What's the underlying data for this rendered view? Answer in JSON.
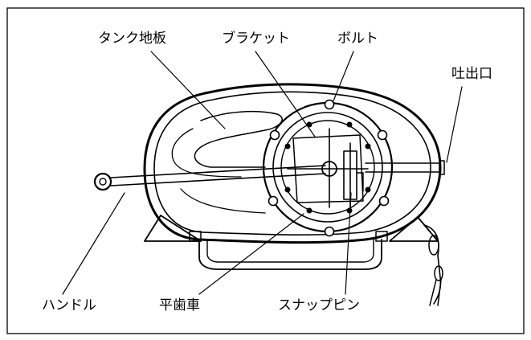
{
  "labels": {
    "tank_floor": "タンク地板",
    "bracket": "ブラケット",
    "bolt": "ボルト",
    "outlet": "吐出口",
    "handle": "ハンドル",
    "spur_gear": "平歯車",
    "snap_pin": "スナップピン"
  }
}
